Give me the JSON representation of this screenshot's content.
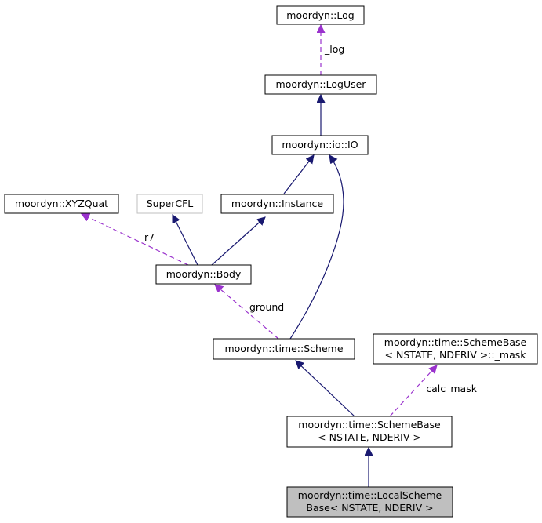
{
  "nodes": {
    "log": {
      "lines": [
        "moordyn::Log"
      ]
    },
    "loguser": {
      "lines": [
        "moordyn::LogUser"
      ]
    },
    "io": {
      "lines": [
        "moordyn::io::IO"
      ]
    },
    "xyzquat": {
      "lines": [
        "moordyn::XYZQuat"
      ]
    },
    "supercfl": {
      "lines": [
        "SuperCFL"
      ]
    },
    "instance": {
      "lines": [
        "moordyn::Instance"
      ]
    },
    "body": {
      "lines": [
        "moordyn::Body"
      ]
    },
    "scheme": {
      "lines": [
        "moordyn::time::Scheme"
      ]
    },
    "mask": {
      "lines": [
        "moordyn::time::SchemeBase",
        "< NSTATE, NDERIV >::_mask"
      ]
    },
    "schemebase": {
      "lines": [
        "moordyn::time::SchemeBase",
        "< NSTATE, NDERIV >"
      ]
    },
    "localscheme": {
      "lines": [
        "moordyn::time::LocalScheme",
        "Base< NSTATE, NDERIV >"
      ]
    }
  },
  "edge_labels": {
    "log": "_log",
    "r7": "r7",
    "ground": "ground",
    "calc_mask": "_calc_mask"
  },
  "colors": {
    "inheritance": "#191970",
    "usage": "#9a32cd",
    "focus_fill": "#bfbfbf",
    "external_border": "#bfbfbf"
  }
}
